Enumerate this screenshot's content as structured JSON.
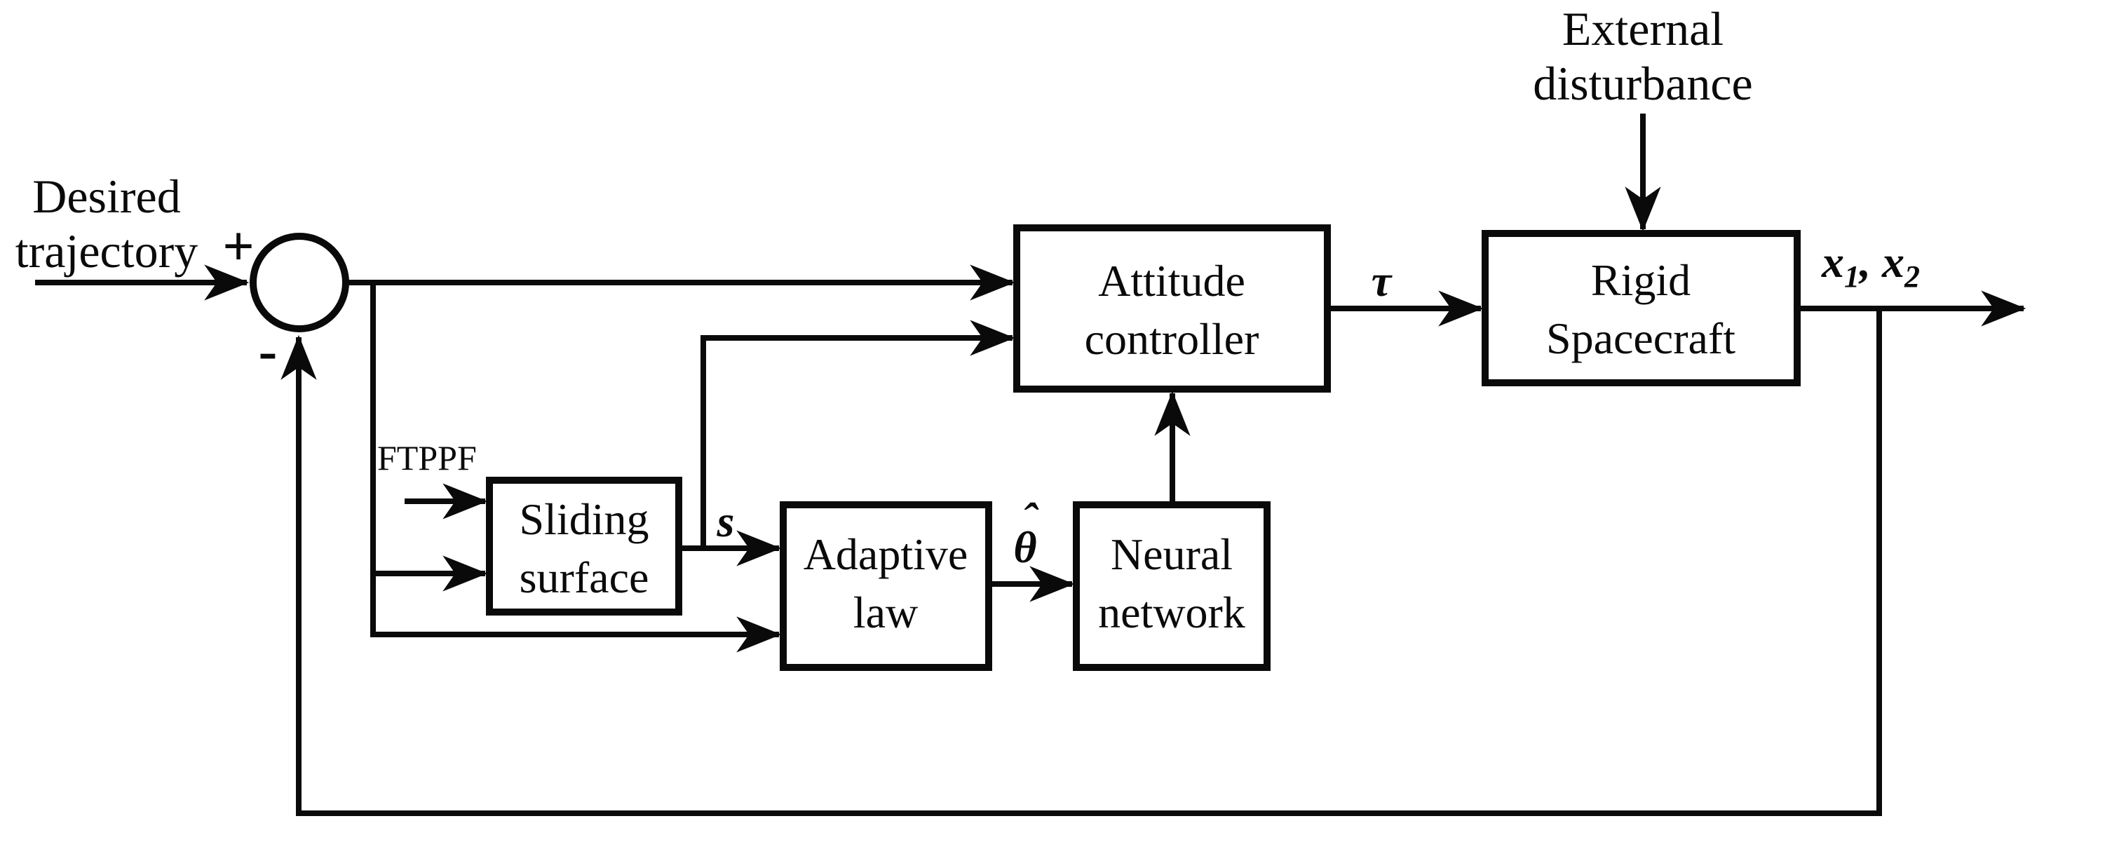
{
  "diagram": {
    "type": "control-system-block-diagram",
    "colors": {
      "background": "#ffffff",
      "ink": "#0a0a0a"
    },
    "source_labels": {
      "desired_line1": "Desired",
      "desired_line2": "trajectory",
      "external_line1": "External",
      "external_line2": "disturbance",
      "ftppf": "FTPPF"
    },
    "junction": {
      "plus": "+",
      "minus": "-"
    },
    "signal_labels": {
      "s": "s",
      "theta": "θ",
      "theta_hat_accent": "ˆ",
      "tau": "τ",
      "x1": "x",
      "x1_sub": "1",
      "comma": ", ",
      "x2": "x",
      "x2_sub": "2"
    },
    "blocks": [
      {
        "id": "sliding-surface",
        "line1": "Sliding",
        "line2": "surface"
      },
      {
        "id": "adaptive-law",
        "line1": "Adaptive",
        "line2": "law"
      },
      {
        "id": "neural-network",
        "line1": "Neural",
        "line2": "network"
      },
      {
        "id": "attitude-controller",
        "line1": "Attitude",
        "line2": "controller"
      },
      {
        "id": "rigid-spacecraft",
        "line1": "Rigid",
        "line2": "Spacecraft"
      }
    ]
  }
}
